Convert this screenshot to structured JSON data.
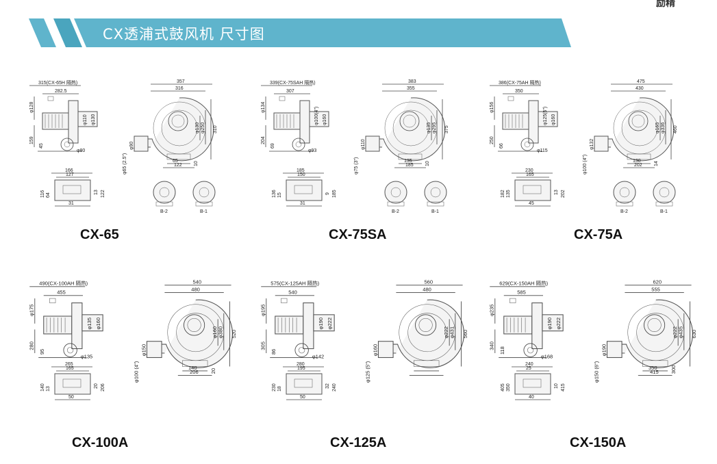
{
  "header": {
    "title": "CX透浦式鼓风机 尺寸图",
    "corner_text": "励精"
  },
  "colors": {
    "banner": "#5fb4cc",
    "banner_dark": "#3f95ad",
    "text": "#111111"
  },
  "models": [
    {
      "name": "CX-65",
      "side": {
        "overall": "315(CX-65H 隔热)",
        "width": "282.5",
        "left_h": "φ128",
        "low_h": "159",
        "base": "45",
        "outlet1": "φ110",
        "outlet2": "φ130",
        "bolt": "φ80"
      },
      "front": {
        "w1": "357",
        "w2": "316",
        "d1": "φ130",
        "d2": "φ250",
        "h": "310",
        "out": "φ90",
        "out2": "φ65 (2.5\")",
        "b1": "65",
        "b2": "122",
        "t": "10"
      },
      "base": {
        "w1": "166",
        "w2": "127",
        "h1": "116",
        "h2": "64",
        "h3": "13",
        "h4": "122",
        "s": "31"
      },
      "views": [
        "B-2",
        "B-1"
      ]
    },
    {
      "name": "CX-75SA",
      "side": {
        "overall": "339(CX-75SAH 隔热)",
        "width": "307",
        "left_h": "φ134",
        "low_h": "204",
        "base": "69",
        "outlet1": "φ100(4\")",
        "outlet2": "φ160",
        "bolt": "φ93"
      },
      "front": {
        "w1": "383",
        "w2": "355",
        "d1": "φ135",
        "d2": "φ295",
        "h": "375",
        "out": "φ110",
        "out2": "φ75 (3\")",
        "b1": "135",
        "b2": "185",
        "t": "10"
      },
      "base": {
        "w1": "185",
        "w2": "150",
        "h1": "136",
        "h2": "15",
        "h3": "9",
        "h4": "185",
        "s": "31"
      },
      "views": [
        "B-2",
        "B-1"
      ]
    },
    {
      "name": "CX-75A",
      "side": {
        "overall": "386(CX-75AH 隔热)",
        "width": "350",
        "left_h": "φ156",
        "low_h": "250",
        "base": "66",
        "outlet1": "φ125(5\")",
        "outlet2": "φ160",
        "bolt": "φ115"
      },
      "front": {
        "w1": "475",
        "w2": "430",
        "d1": "φ165",
        "d2": "φ336",
        "h": "460",
        "out": "φ132",
        "out2": "φ100 (4\")",
        "b1": "130",
        "b2": "202",
        "t": "14"
      },
      "base": {
        "w1": "230",
        "w2": "165",
        "h1": "182",
        "h2": "135",
        "h3": "13",
        "h4": "202",
        "s": "45"
      },
      "views": [
        "B-2",
        "B-1"
      ]
    },
    {
      "name": "CX-100A",
      "side": {
        "overall": "490(CX-100AH 隔热)",
        "width": "455",
        "left_h": "φ175",
        "low_h": "280",
        "base": "95",
        "outlet1": "φ135",
        "outlet2": "φ160",
        "bolt": "φ135"
      },
      "front": {
        "w1": "540",
        "w2": "480",
        "d1": "φ160",
        "d2": "φ380",
        "h": "520",
        "out": "φ150",
        "out2": "φ100 (4\")",
        "b1": "140",
        "b2": "206",
        "t": "20"
      },
      "base": {
        "w1": "265",
        "w2": "165",
        "h1": "140",
        "h2": "13",
        "h3": "20",
        "h4": "206",
        "s": "50"
      },
      "views": []
    },
    {
      "name": "CX-125A",
      "side": {
        "overall": "575(CX-125AH 隔热)",
        "width": "540",
        "left_h": "φ195",
        "low_h": "305",
        "base": "86",
        "outlet1": "φ190",
        "outlet2": "φ222",
        "bolt": "φ142"
      },
      "front": {
        "w1": "560",
        "w2": "480",
        "d1": "φ222",
        "d2": "φ431",
        "h": "560",
        "out": "φ160",
        "out2": "φ125 (5\")",
        "b1": "",
        "b2": "",
        "t": ""
      },
      "base": {
        "w1": "280",
        "w2": "195",
        "h1": "230",
        "h2": "18",
        "h3": "32",
        "h4": "240",
        "s": "50"
      },
      "views": []
    },
    {
      "name": "CX-150A",
      "side": {
        "overall": "629(CX-150AH 隔热)",
        "width": "585",
        "left_h": "φ235",
        "low_h": "340",
        "base": "118",
        "outlet1": "φ190",
        "outlet2": "φ222",
        "bolt": "φ168"
      },
      "front": {
        "w1": "620",
        "w2": "555",
        "d1": "φ222",
        "d2": "φ435",
        "h": "630",
        "out": "φ190",
        "out2": "φ150 (6\")",
        "b1": "350",
        "b2": "415",
        "t": "300"
      },
      "base": {
        "w1": "240",
        "w2": "25",
        "h1": "405",
        "h2": "350",
        "h3": "10",
        "h4": "415",
        "s": "40"
      },
      "views": []
    }
  ]
}
